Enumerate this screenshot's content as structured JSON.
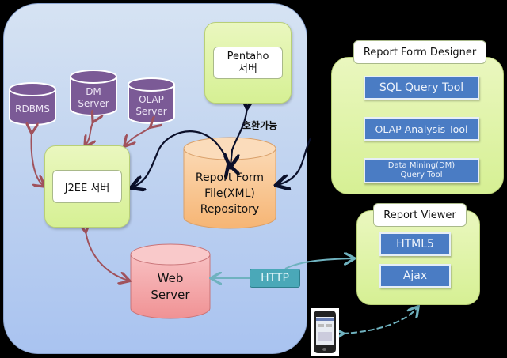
{
  "diagram": {
    "main_panel": {
      "databases": [
        {
          "label": "RDBMS"
        },
        {
          "label": "DM\nServer"
        },
        {
          "label": "OLAP\nServer"
        }
      ],
      "j2ee_server": {
        "label": "J2EE 서버"
      },
      "pentaho_server": {
        "label": "Pentaho\n서버"
      },
      "compat_label": "호환가능",
      "repository": {
        "label": "Report Form\nFile(XML)\nRepository"
      },
      "web_server": {
        "label": "Web\nServer"
      },
      "http_badge": "HTTP"
    },
    "report_form_designer": {
      "title": "Report Form Designer",
      "tools": [
        {
          "label": "SQL Query Tool"
        },
        {
          "label": "OLAP Analysis Tool"
        },
        {
          "label": "Data Mining(DM)\nQuery Tool"
        }
      ]
    },
    "report_viewer": {
      "title": "Report Viewer",
      "items": [
        {
          "label": "HTML5"
        },
        {
          "label": "Ajax"
        }
      ]
    },
    "mobile_device": {
      "icon": "smartphone-icon"
    },
    "colors": {
      "panel_blue": "#c3d5f0",
      "green": "#d6f094",
      "purple_db": "#7b5a96",
      "orange_repo": "#f8c58e",
      "pink_web": "#f4a0a3",
      "tool_blue": "#4a7cc4",
      "http_teal": "#4aa8b8",
      "arrow_red": "#a0525c",
      "arrow_black": "#0a0f2a"
    }
  }
}
